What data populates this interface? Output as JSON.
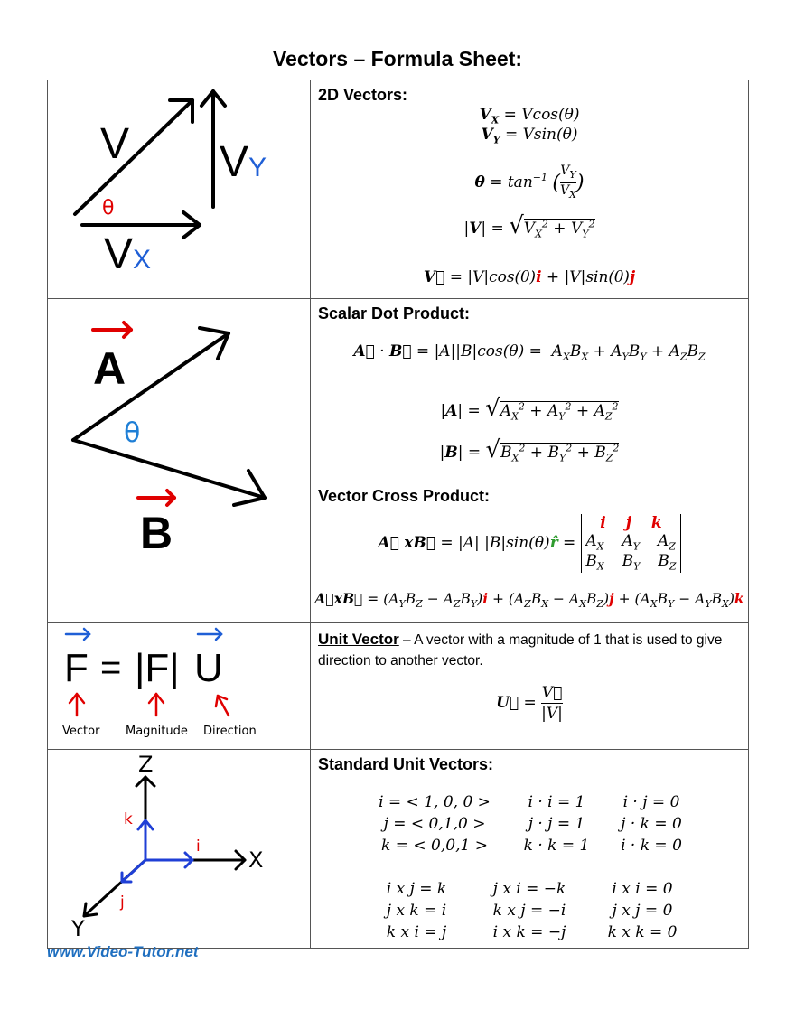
{
  "title": "Vectors – Formula Sheet:",
  "footer": "www.Video-Tutor.net",
  "colors": {
    "red": "#e00000",
    "blue": "#1f5fd6",
    "green": "#2e9b2e",
    "link": "#1f6fc0"
  },
  "sections": {
    "two_d": {
      "heading": "2D Vectors:",
      "diagram": {
        "v": "V",
        "vx": "V",
        "vx_sub": "X",
        "vy": "V",
        "vy_sub": "Y",
        "theta": "θ"
      }
    },
    "dot": {
      "heading": "Scalar Dot Product:",
      "diagram": {
        "a": "A",
        "b": "B",
        "theta": "θ"
      }
    },
    "cross": {
      "heading": "Vector Cross Product:"
    },
    "unit": {
      "heading": "Unit Vector",
      "desc": " – A vector with a magnitude of 1 that is used to give direction to another vector.",
      "diagram": {
        "f": "F",
        "eq": "=",
        "mag": "|F|",
        "u": "U",
        "labels": [
          "Vector",
          "Magnitude",
          "Direction"
        ]
      }
    },
    "standard": {
      "heading": "Standard Unit Vectors:",
      "diagram": {
        "z": "Z",
        "x": "X",
        "y": "Y",
        "i": "i",
        "j": "j",
        "k": "k"
      }
    }
  }
}
